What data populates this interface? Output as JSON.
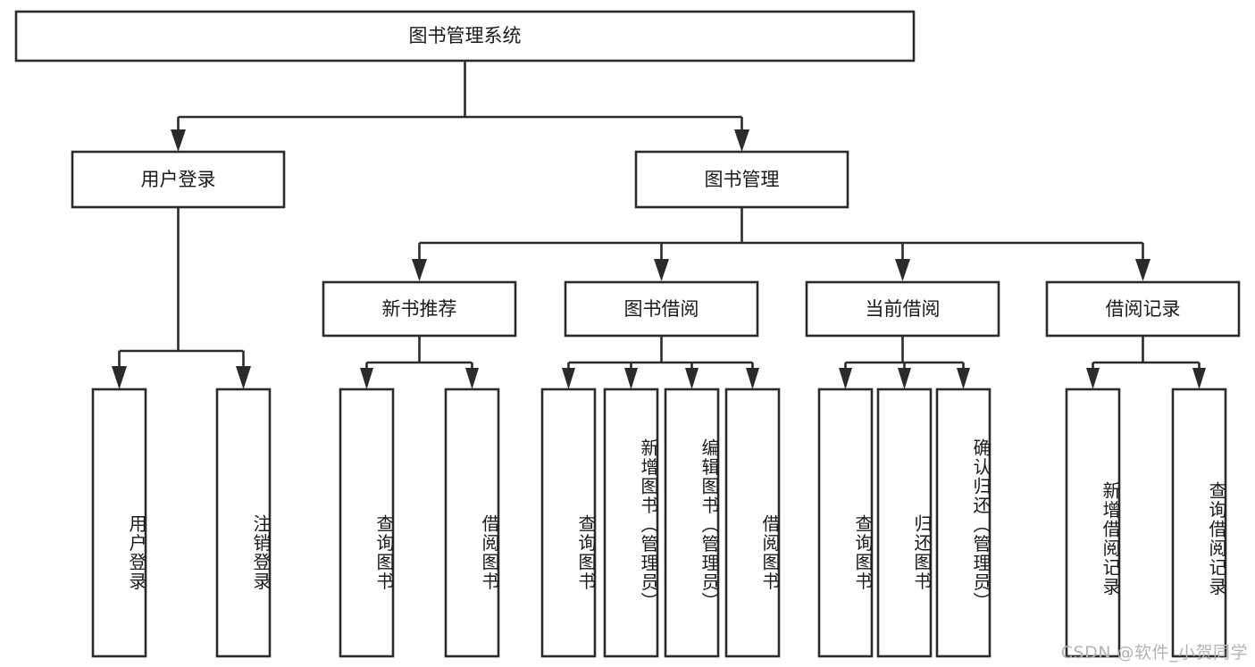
{
  "diagram": {
    "type": "tree-hierarchy",
    "title": "图书管理系统",
    "root": {
      "id": "root",
      "label": "图书管理系统"
    },
    "level2": [
      {
        "id": "user-login",
        "label": "用户登录"
      },
      {
        "id": "book-manage",
        "label": "图书管理"
      }
    ],
    "level3": [
      {
        "id": "new-book-recommend",
        "label": "新书推荐",
        "parent": "book-manage"
      },
      {
        "id": "book-borrow",
        "label": "图书借阅",
        "parent": "book-manage"
      },
      {
        "id": "current-borrow",
        "label": "当前借阅",
        "parent": "book-manage"
      },
      {
        "id": "borrow-record",
        "label": "借阅记录",
        "parent": "book-manage"
      }
    ],
    "leaves": {
      "user_login": [
        {
          "id": "leaf-user-login",
          "label": "用户登录"
        },
        {
          "id": "leaf-logout",
          "label": "注销登录"
        }
      ],
      "new_book_recommend": [
        {
          "id": "leaf-query-book-1",
          "label": "查询图书"
        },
        {
          "id": "leaf-borrow-book-1",
          "label": "借阅图书"
        }
      ],
      "book_borrow": [
        {
          "id": "leaf-query-book-2",
          "label": "查询图书"
        },
        {
          "id": "leaf-add-book",
          "label": "新增图书（管理员）"
        },
        {
          "id": "leaf-edit-book",
          "label": "编辑图书（管理员）"
        },
        {
          "id": "leaf-borrow-book-2",
          "label": "借阅图书"
        }
      ],
      "current_borrow": [
        {
          "id": "leaf-query-book-3",
          "label": "查询图书"
        },
        {
          "id": "leaf-return-book",
          "label": "归还图书"
        },
        {
          "id": "leaf-confirm-return",
          "label": "确认归还（管理员）"
        }
      ],
      "borrow_record": [
        {
          "id": "leaf-add-record",
          "label": "新增借阅记录"
        },
        {
          "id": "leaf-query-record",
          "label": "查询借阅记录"
        }
      ]
    }
  },
  "watermark": {
    "text": "CSDN @软件_小贺同学"
  },
  "colors": {
    "stroke": "#2b2b2b",
    "fill": "#ffffff",
    "text": "#1a1a1a",
    "watermark": "#b4b4b4"
  }
}
